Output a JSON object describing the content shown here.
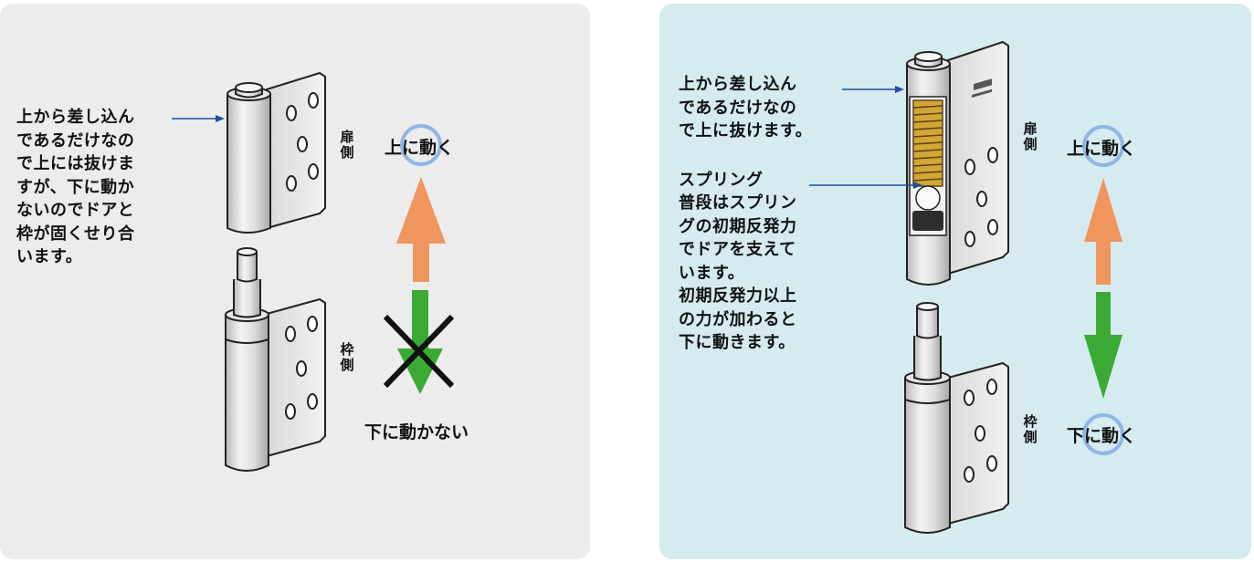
{
  "left_panel": {
    "description": "上から差し込ん\nであるだけなの\nで上には抜けま\nすが、下に動か\nないのでドアと\n枠が固くせり合\nいます。",
    "door_side_label": "扉\n側",
    "frame_side_label": "枠\n側",
    "up_label": "上に動く",
    "down_label": "下に動かない"
  },
  "right_panel": {
    "description": "上から差し込ん\nであるだけなの\nで上に抜けます。",
    "spring_title": "スプリング",
    "spring_text": "普段はスプリン\nグの初期反発力\nでドアを支えて\nいます。\n初期反発力以上\nの力が加わると\n下に動きます。",
    "door_side_label": "扉\n側",
    "frame_side_label": "枠\n側",
    "up_label": "上に動く",
    "down_label": "下に動く"
  },
  "colors": {
    "left_bg": "#ececec",
    "right_bg": "#d5ebef",
    "up_arrow": "#f0955e",
    "down_arrow": "#3aaa35",
    "highlight_circle": "#8fb6e4",
    "pointer": "#1b4f9c",
    "spring": "#d4a637"
  }
}
